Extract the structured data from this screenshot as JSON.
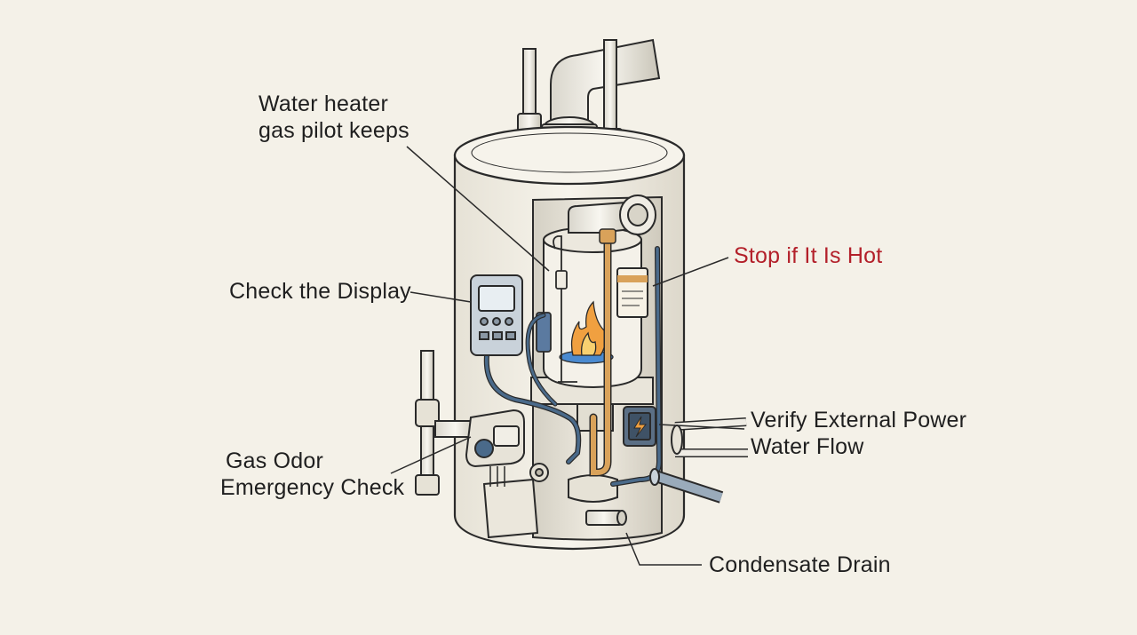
{
  "callouts": {
    "pilot": {
      "line1": "Water heater",
      "line2": "gas pilot keeps"
    },
    "display": "Check the Display",
    "hot": "Stop if It Is Hot",
    "power": {
      "line1": "Verify External Power",
      "line2": "Water Flow"
    },
    "gas": {
      "line1": "Gas Odor",
      "line2": "Emergency Check"
    },
    "drain": "Condensate Drain"
  },
  "colors": {
    "background": "#f4f1e8",
    "ink": "#2a2a2a",
    "warning_text": "#b3202a",
    "copper_pipe": "#d9a25a",
    "blue_wire": "#4a6a8a",
    "flame_orange": "#f0a040",
    "flame_blue": "#4a8ad0"
  },
  "icons": [
    "flame-icon",
    "lightning-bolt-icon"
  ]
}
